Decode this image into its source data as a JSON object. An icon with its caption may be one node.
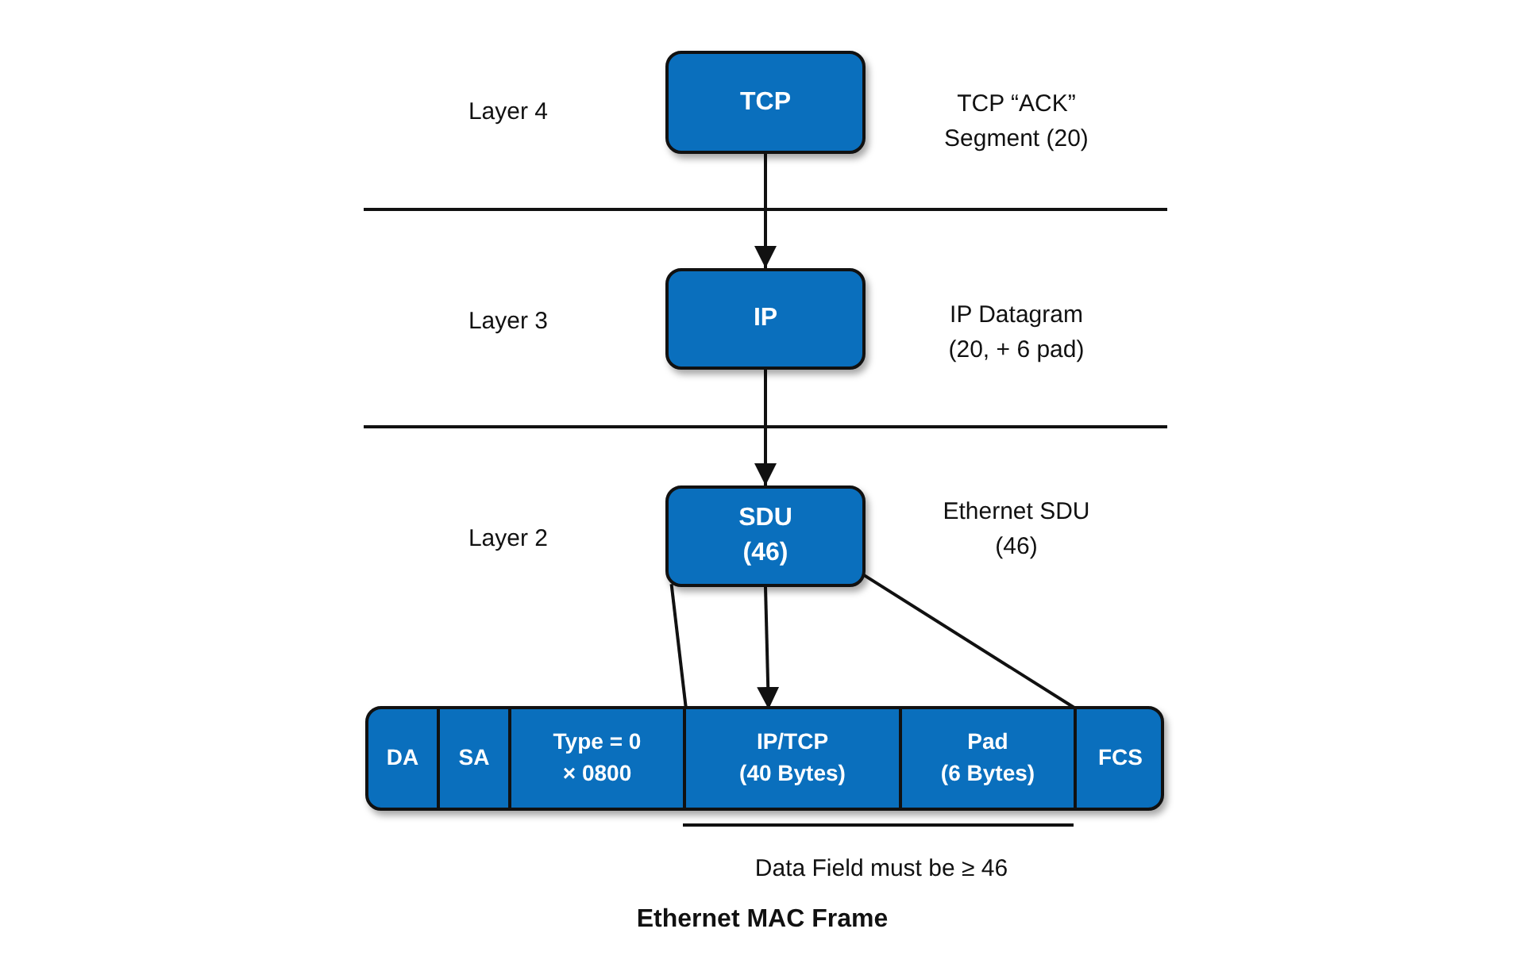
{
  "diagram": {
    "caption": "Ethernet MAC Frame",
    "nodes": [
      {
        "text": [
          "TCP"
        ],
        "beside": [
          "TCP “ACK” Segment (20)"
        ]
      },
      {
        "text": [
          "IP"
        ],
        "beside": [
          "IP Datagram (20, + 6 pad)"
        ]
      },
      {
        "text": [
          "SDU (46)"
        ],
        "beside": [
          "Ethernet SDU (46)"
        ]
      },
      {
        "text": [],
        "shape": "bar"
      },
      {
        "text": [
          "DA"
        ],
        "in": 3
      },
      {
        "text": [
          "SA"
        ],
        "in": 3
      },
      {
        "text": [
          "Type = 0 × 0800"
        ],
        "in": 3
      },
      {
        "text": [
          "IP/TCP (40 Bytes)"
        ],
        "in": 3
      },
      {
        "text": [
          "Pad (6 Bytes)"
        ],
        "in": 3
      },
      {
        "text": [
          "FCS"
        ],
        "in": 3
      }
    ],
    "edges": [
      {
        "from": 0,
        "to": 1,
        "arrow": "to"
      },
      {
        "from": 1,
        "to": 2,
        "arrow": "to"
      },
      {
        "from": 2,
        "to": 7,
        "arrow": "to"
      },
      {
        "from": 2,
        "to": 7,
        "arrow": "none"
      },
      {
        "from": 2,
        "to": 8,
        "arrow": "none"
      }
    ],
    "labels": [
      "Layer 4",
      "Layer 3",
      "Layer 2",
      "Data Field must be ≥ 46"
    ]
  }
}
